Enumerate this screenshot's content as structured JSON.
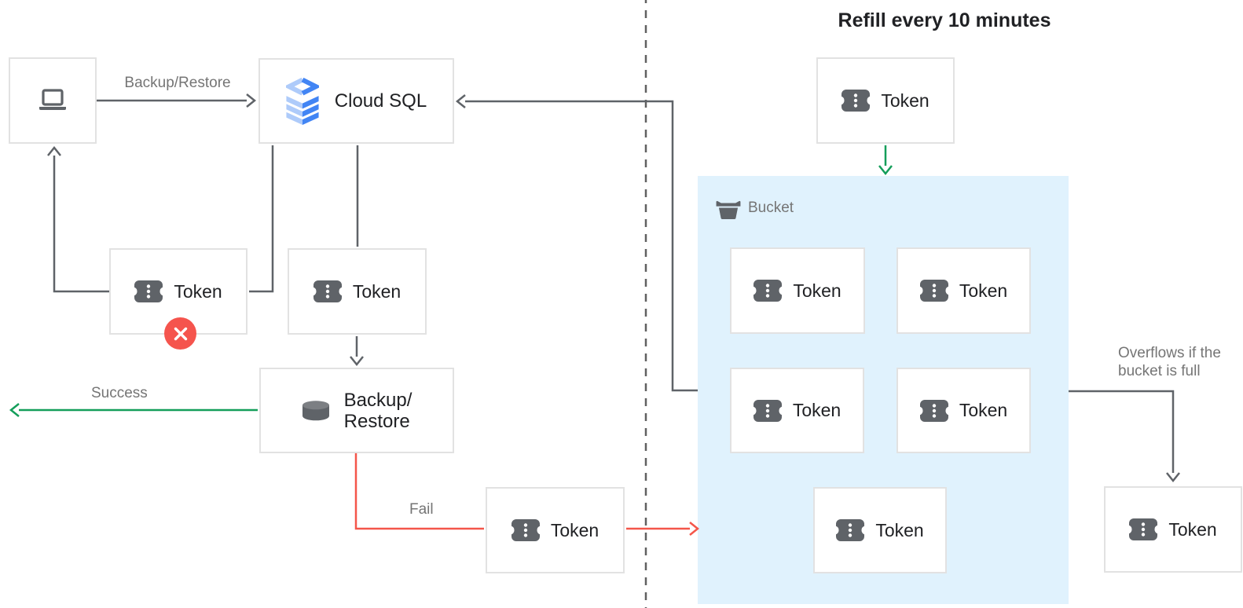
{
  "title": "Refill every 10 minutes",
  "labels": {
    "token": "Token",
    "cloud_sql": "Cloud SQL",
    "backup_restore_line1": "Backup/",
    "backup_restore_line2": "Restore",
    "bucket": "Bucket"
  },
  "edge_labels": {
    "backup_restore": "Backup/Restore",
    "success": "Success",
    "fail": "Fail",
    "overflow_line1": "Overflows if the",
    "overflow_line2": "bucket is full"
  },
  "icons": {
    "laptop": "laptop-icon",
    "cloud_sql": "cloud-sql-layers-icon",
    "token": "token-ticket-icon",
    "backup_restore": "database-cylinder-icon",
    "bucket": "bucket-icon",
    "error_badge": "error-x-icon"
  },
  "colors": {
    "success_green": "#149e5a",
    "fail_red": "#f4564a",
    "error_badge_red": "#f5544d",
    "bucket_background": "#e0f2fd",
    "connector_gray": "#5f6368",
    "box_border_gray": "#e2e2e2",
    "text_dark": "#202124",
    "text_gray": "#757575",
    "cloud_sql_blue": "#4285f4",
    "cloud_sql_light_blue": "#aecbfa",
    "icon_gray": "#5f6368"
  }
}
